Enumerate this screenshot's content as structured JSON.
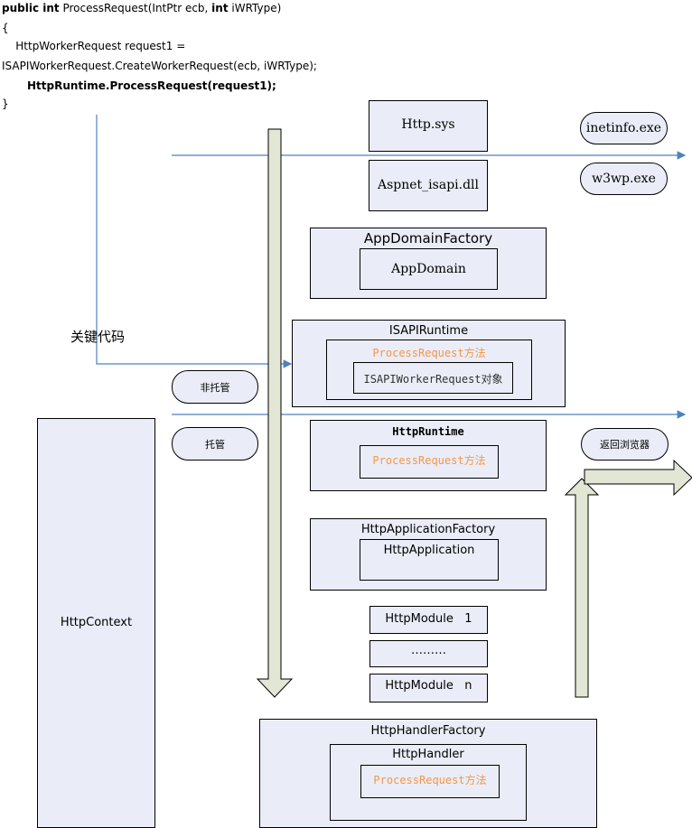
{
  "code": {
    "line1": {
      "kw1": "public int",
      "t1": " ProcessRequest(IntPtr ecb, ",
      "kw2": "int",
      "t2": " iWRType)"
    },
    "line2": "{",
    "line3": "    HttpWorkerRequest request1 =",
    "line4": "ISAPIWorkerRequest.CreateWorkerRequest(ecb, iWRType);",
    "line5": "HttpRuntime.ProcessRequest(request1);",
    "line6": "}"
  },
  "nodes": {
    "http_sys": "Http.sys",
    "aspnet_isapi": "Aspnet_isapi.dll",
    "app_domain_factory": "AppDomainFactory",
    "app_domain": "AppDomain",
    "isapi_runtime": "ISAPIRuntime",
    "isapi_process_request": "ProcessRequest方法",
    "isapi_worker_request": "ISAPIWorkerRequest对象",
    "http_runtime": "HttpRuntime",
    "http_runtime_process_request": "ProcessRequest方法",
    "http_application_factory": "HttpApplicationFactory",
    "http_application": "HttpApplication",
    "http_module_1": "HttpModule   1",
    "http_module_dots": "………",
    "http_module_n": "HttpModule   n",
    "http_handler_factory": "HttpHandlerFactory",
    "http_handler": "HttpHandler",
    "handler_process_request": "ProcessRequest方法",
    "http_context": "HttpContext"
  },
  "pills": {
    "inetinfo": "inetinfo.exe",
    "w3wp": "w3wp.exe",
    "unmanaged": "非托管",
    "managed": "托管",
    "return_browser": "返回浏览器"
  },
  "annotation": {
    "key_code": "关键代码"
  },
  "colors": {
    "box_fill": "#eaedf7",
    "arrow_blue": "#4f81bd",
    "big_arrow_fill": "#e2e6d4",
    "method_orange": "#f79646"
  }
}
